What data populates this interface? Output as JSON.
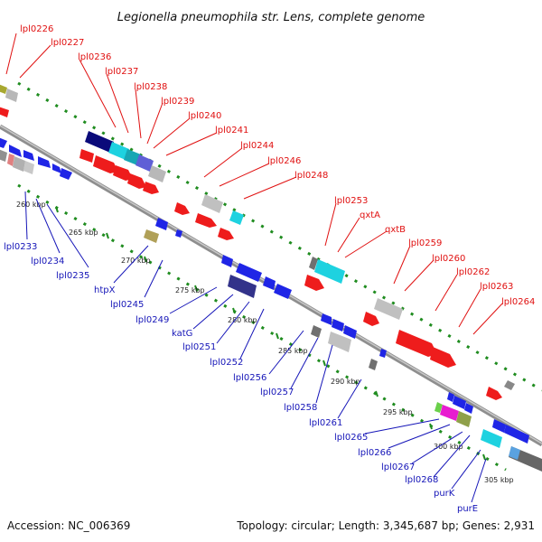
{
  "title": "Legionella pneumophila str. Lens, complete genome",
  "accession": "Accession: NC_006369",
  "summary": "Topology: circular; Length: 3,345,687 bp; Genes: 2,931",
  "colors": {
    "forward_gene": "#ee1c1c",
    "reverse_gene": "#1f25e6",
    "backbone": "#a0a0a0",
    "ticks": "#1f8c1f",
    "forward_label": "#e01010",
    "reverse_label": "#1515b8"
  },
  "scale_labels": [
    "260 kbp",
    "265 kbp",
    "270 kbp",
    "275 kbp",
    "280 kbp",
    "285 kbp",
    "290 kbp",
    "295 kbp",
    "300 kbp",
    "305 kbp"
  ],
  "forward_labels": [
    "lpl0226",
    "lpl0227",
    "lpl0236",
    "lpl0237",
    "lpl0238",
    "lpl0239",
    "lpl0240",
    "lpl0241",
    "lpl0244",
    "lpl0246",
    "lpl0248",
    "lpl0253",
    "qxtA",
    "qxtB",
    "lpl0259",
    "lpl0260",
    "lpl0262",
    "lpl0263",
    "lpl0264"
  ],
  "reverse_labels": [
    "lpl0233",
    "lpl0234",
    "lpl0235",
    "htpX",
    "lpl0245",
    "lpl0249",
    "katG",
    "lpl0251",
    "lpl0252",
    "lpl0256",
    "lpl0257",
    "lpl0258",
    "lpl0261",
    "lpl0265",
    "lpl0266",
    "lpl0267",
    "lpl0268",
    "purK",
    "purE"
  ]
}
